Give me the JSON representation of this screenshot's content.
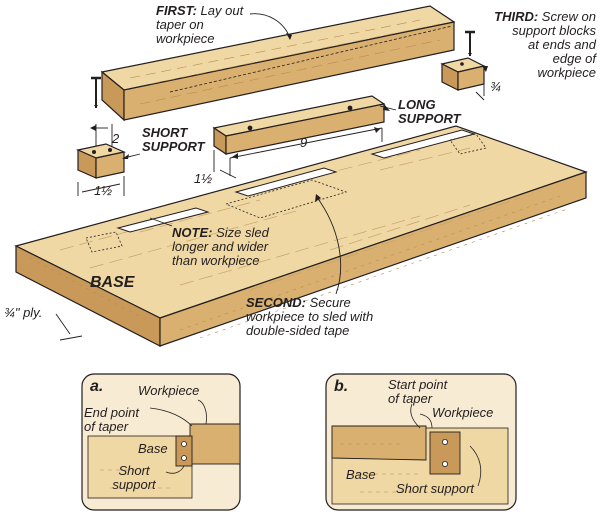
{
  "labels": {
    "first_head": "FIRST:",
    "first_line1": "Lay out",
    "first_line2": "taper on",
    "first_line3": "workpiece",
    "third_head": "THIRD:",
    "third_line1": "Screw on",
    "third_line2": "support blocks",
    "third_line3": "at ends and",
    "third_line4": "edge of",
    "third_line5": "workpiece",
    "short_support": "SHORT\nSUPPORT",
    "long_support": "LONG\nSUPPORT",
    "dim_2": "2",
    "dim_1_5a": "1½",
    "dim_1_5b": "1½",
    "dim_9": "9",
    "dim_3_4": "¾",
    "note_head": "NOTE:",
    "note_line1": "Size sled",
    "note_line2": "longer and wider",
    "note_line3": "than workpiece",
    "base": "BASE",
    "ply": "¾\" ply.",
    "second_head": "SECOND:",
    "second_line1": "Secure",
    "second_line2": "workpiece to sled with",
    "second_line3": "double-sided tape"
  },
  "detail_a": {
    "letter": "a.",
    "workpiece": "Workpiece",
    "end_point": "End point\nof taper",
    "base": "Base",
    "short_support": "Short\nsupport"
  },
  "detail_b": {
    "letter": "b.",
    "start_point": "Start point\nof taper",
    "workpiece": "Workpiece",
    "base": "Base",
    "short_support": "Short support"
  },
  "colors": {
    "wood_top": "#f0d8a4",
    "wood_side": "#d9b06f",
    "wood_end": "#c9995a",
    "inset_bg": "#f7ebd3",
    "outline": "#231f20"
  }
}
